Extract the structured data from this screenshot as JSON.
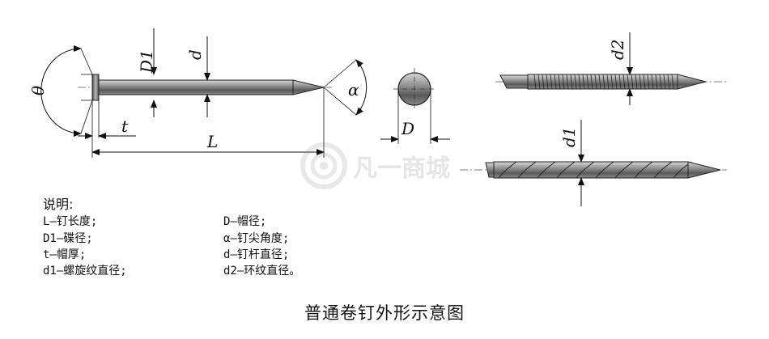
{
  "dimension_labels": {
    "theta": "θ",
    "D1": "D1",
    "d": "d",
    "alpha": "α",
    "t": "t",
    "L": "L",
    "D": "D",
    "d2": "d2",
    "d1": "d1"
  },
  "legend": {
    "title": "说明:",
    "items": [
      "L—钉长度;",
      "D—帽径;",
      "D1—碟径;",
      "α—钉尖角度;",
      "t—帽厚;",
      "d—钉杆直径;",
      "d1—螺旋纹直径;",
      "d2—环纹直径。"
    ]
  },
  "caption": "普通卷钉外形示意图",
  "watermark": {
    "text": "凡一商城"
  }
}
